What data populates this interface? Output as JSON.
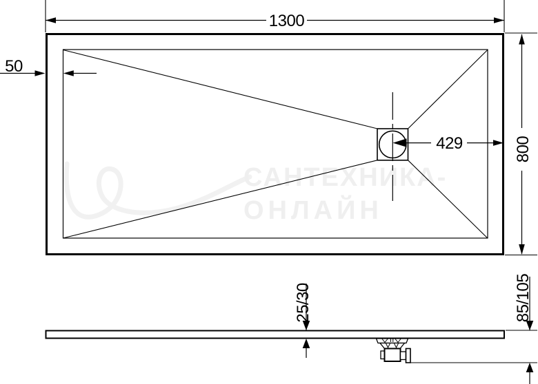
{
  "drawing": {
    "type": "shower-tray-dimension-drawing",
    "plan_view": {
      "width_label": "1300",
      "edge_offset_label": "50",
      "drain_offset_label": "429",
      "depth_label": "800"
    },
    "side_view": {
      "tray_thickness_label": "25/30",
      "total_height_label": "85/105"
    }
  },
  "watermark": {
    "line1": "САНТЕХНИКА-",
    "line2": "ОНЛАЙН",
    "color": "#efefef"
  },
  "colors": {
    "line": "#000000",
    "background": "#ffffff"
  }
}
